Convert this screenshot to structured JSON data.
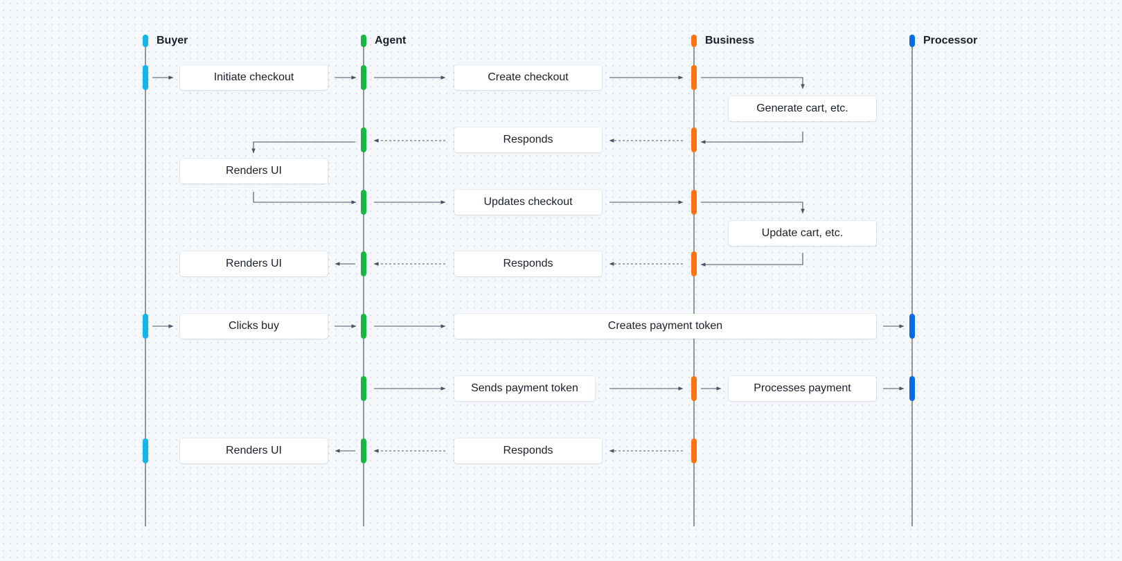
{
  "participants": [
    {
      "id": "buyer",
      "label": "Buyer",
      "color": "#13b5ea"
    },
    {
      "id": "agent",
      "label": "Agent",
      "color": "#1ab644"
    },
    {
      "id": "business",
      "label": "Business",
      "color": "#ff7412"
    },
    {
      "id": "processor",
      "label": "Processor",
      "color": "#0a6ddc"
    }
  ],
  "steps": {
    "initiate_checkout": "Initiate checkout",
    "create_checkout": "Create checkout",
    "generate_cart": "Generate cart, etc.",
    "responds_1": "Responds",
    "renders_ui_1": "Renders UI",
    "updates_checkout": "Updates checkout",
    "update_cart": "Update cart, etc.",
    "renders_ui_2": "Renders UI",
    "responds_2": "Responds",
    "clicks_buy": "Clicks buy",
    "creates_payment_token": "Creates payment token",
    "sends_payment_token": "Sends payment token",
    "processes_payment": "Processes payment",
    "renders_ui_3": "Renders UI",
    "responds_3": "Responds"
  }
}
